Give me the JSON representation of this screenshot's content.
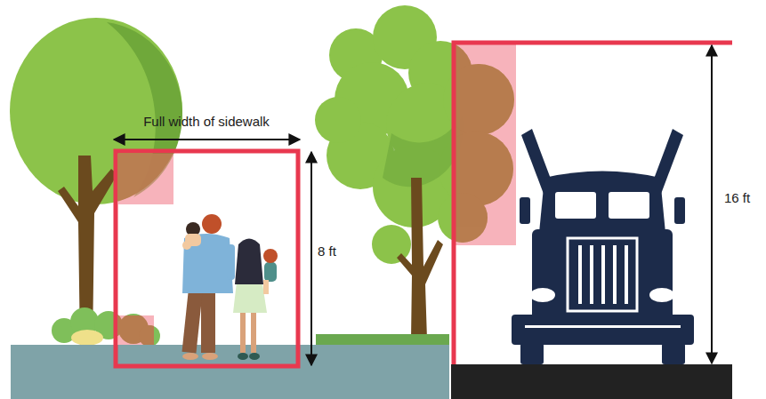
{
  "diagram": {
    "labels": [
      "Full width of sidewalk",
      "8 ft",
      "16 ft"
    ]
  }
}
